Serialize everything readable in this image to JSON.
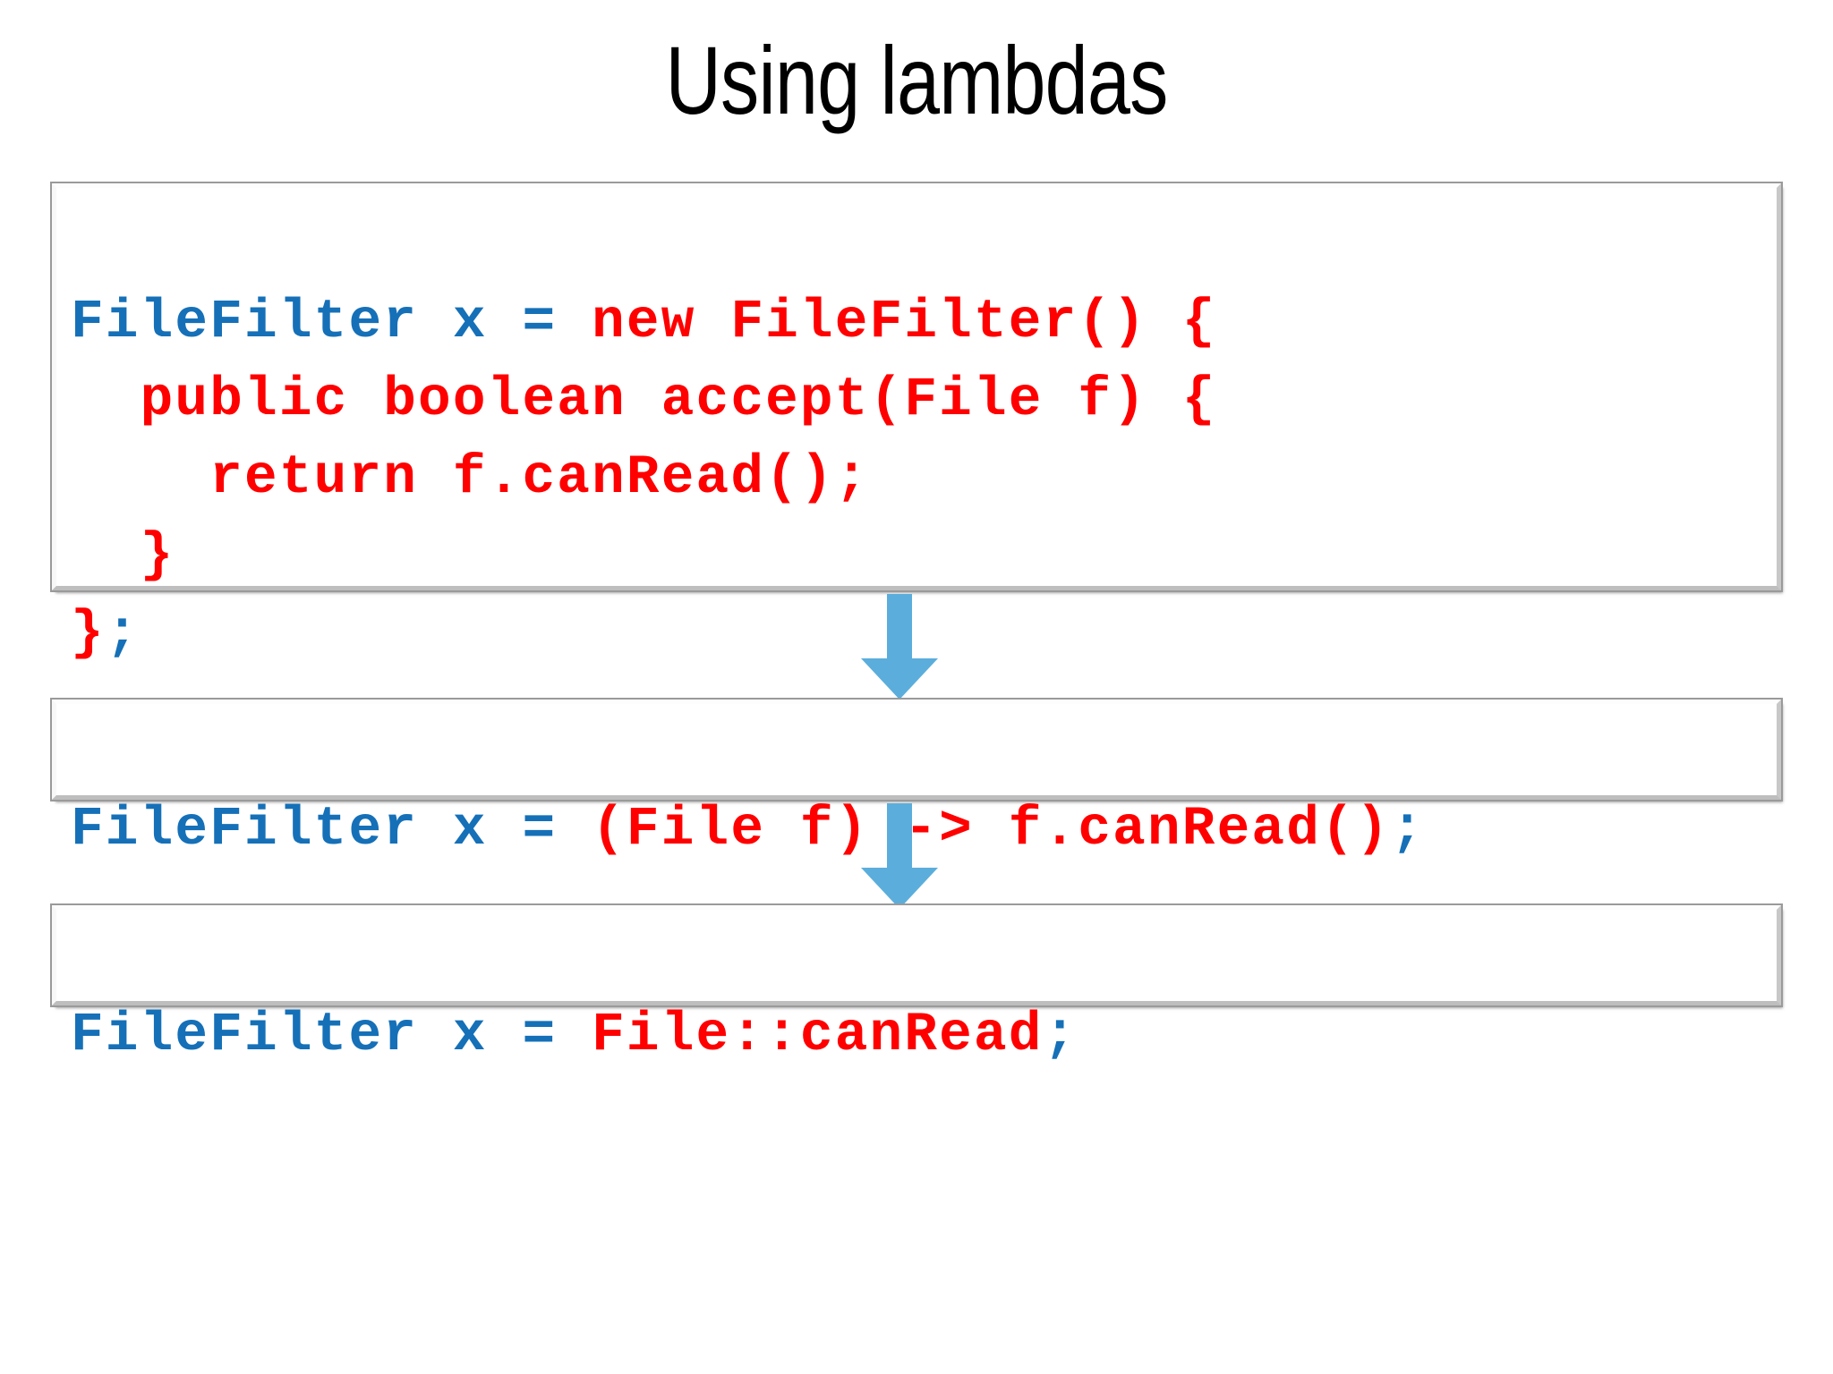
{
  "slide": {
    "title": "Using lambdas",
    "background_color": "#ffffff"
  },
  "colors": {
    "code_blue": "#1570B8",
    "code_red": "#FF0000",
    "arrow_blue": "#5BAEDC",
    "frame_border": "#9a9a9a",
    "title_text": "#000000"
  },
  "code_boxes": [
    {
      "id": "anonymous-class-box",
      "lines": [
        {
          "tokens": [
            {
              "text": "FileFilter x = ",
              "color": "blue"
            },
            {
              "text": "new FileFilter() {",
              "color": "red"
            }
          ]
        },
        {
          "tokens": [
            {
              "text": "  public boolean accept(File f) {",
              "color": "red"
            }
          ]
        },
        {
          "tokens": [
            {
              "text": "    return f.canRead();",
              "color": "red"
            }
          ]
        },
        {
          "tokens": [
            {
              "text": "  }",
              "color": "red"
            }
          ]
        },
        {
          "tokens": [
            {
              "text": "}",
              "color": "red"
            },
            {
              "text": ";",
              "color": "blue"
            }
          ]
        }
      ]
    },
    {
      "id": "lambda-box",
      "lines": [
        {
          "tokens": [
            {
              "text": "FileFilter x = ",
              "color": "blue"
            },
            {
              "text": "(File f) -> f.canRead()",
              "color": "red"
            },
            {
              "text": ";",
              "color": "blue"
            }
          ]
        }
      ]
    },
    {
      "id": "method-reference-box",
      "lines": [
        {
          "tokens": [
            {
              "text": "FileFilter x = ",
              "color": "blue"
            },
            {
              "text": "File::canRead",
              "color": "red"
            },
            {
              "text": ";",
              "color": "blue"
            }
          ]
        }
      ]
    }
  ],
  "arrows": [
    {
      "id": "arrow-anonymous-to-lambda",
      "direction": "down",
      "color": "#5BAEDC"
    },
    {
      "id": "arrow-lambda-to-method-reference",
      "direction": "down",
      "color": "#5BAEDC"
    }
  ]
}
